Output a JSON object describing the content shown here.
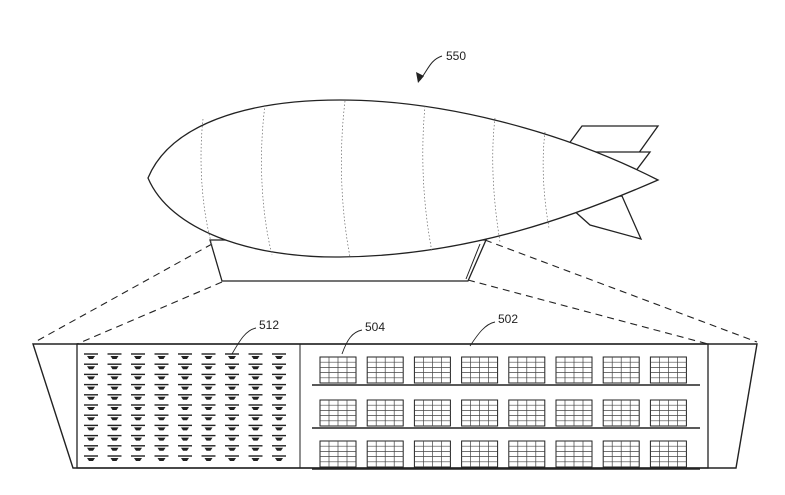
{
  "labels": {
    "ref_550": "550",
    "ref_512": "512",
    "ref_504": "504",
    "ref_502": "502"
  },
  "storage": {
    "shelf_rows": 3,
    "cabinets_per_row": 8,
    "drone_rows": 11,
    "drones_per_row": 9
  }
}
